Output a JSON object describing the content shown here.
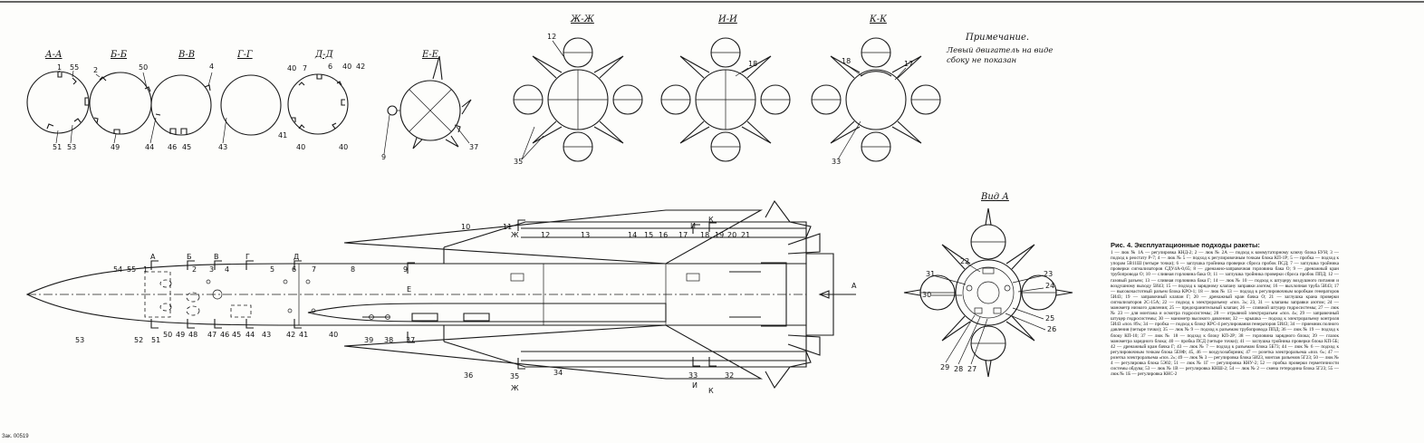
{
  "sections": [
    "А-А",
    "Б-Б",
    "В-В",
    "Г-Г",
    "Д-Д",
    "Е-Е",
    "Ж-Ж",
    "И-И",
    "К-К"
  ],
  "view_title": "Вид А",
  "note": {
    "title": "Примечание.",
    "line1": "Левый двигатель на виде",
    "line2": "сбоку не показан"
  },
  "figure_title": "Рис. 4. Эксплуатационные подходы ракеты:",
  "figure_caption": "1 — люк № 1А — регулировка КНД-2; 2 — люк № 2А — подход к коммутаторному ключу блока БУН; 3 — подход к реостату Р-7; 4 — люк № 5 — подход к регулировочным точкам блока КП-1Р; 5 — пробка — подход к упорам 5В11Ш (четыре точки); 6 — заглушка тройника проверки сброса пробок ПСД; 7 — заглушка тройника проверки сигнализаторов СДУ4А-0,65; 8 — дренажно-заправочная горловина бака О; 9 — дренажный кран трубопровода О; 10 — сливная горловина бака О; 11 — заглушка тройника проверки сброса пробок ППД; 12 — газовый разъем; 13 — сливная горловина бака Г; 14 — люк № 10 — подход к штуцеру воздушного питания и воздушному выходу 5И43; 15 — подход к зарядному клапану заправки азотом; 16 — выхлопная труба 5И43; 17 — высокочастотный разъем блока КРО-1; 18 — люк № 13 — подход к регулировочным коробкам генераторов 5И43; 19 — заправочный клапан Г; 20 — дренажный кран бачка О; 21 — заглушка крана проверки сигнализаторов 2С-15А; 22 — подход к электроразъему «поз. 3»; 23, 31 — клапаны заправки азотом; 24 — манометр низкого давления; 25 — предохранительный клапан; 26 — сливной штуцер гидросистемы; 27 — люк № 23 — для монтажа и осмотра гидросистемы; 28 — отрывной электроразъем «поз. 4»; 29 — заправочный штуцер гидросистемы; 30 — манометр высокого давления; 32 — крышка — подход к электроразъему контроля 5И43 «поз. 89»; 34 — пробка — подход к блоку КРС-4 регулирования генераторов 5И43; 34 — приемник полного давления (четыре точки); 35 — люк № 9 — подход к разъемам трубопровода ППД; 36 — люк № 19 — подход к блоку КП-10; 37 — люк № 18 — подход к блоку КП-2Р; 38 — горловина зарядного блока; 39 — глазок манометра зарядного блока; 40 — пробка ПСД (четыре точки); 41 — заглушка тройника проверки блока КП-5Б; 42 — дренажный кран бачка Г; 43 — люк № 7 — подход к разъемам блока 5Б73; 44 — люк № 6 — подход к регулировочным точкам блока 5Е8Ф; 45, 46 — воздухозаборник; 47 — розетка электроразъема «поз. 6»; 47 — розетка электроразъема «поз. 2»; 49 — люк № 3 — регулировка блока 5И23, монтаж разъемов 5Г23; 50 — люк № 4 — регулировка блока 5Э02; 51 — люк № 1Г — регулировка КНУ-2; 52 — пробка проверки герметичности системы обдува; 53 — люк № 1В — регулировка КНШ-2; 54 — люк № 2 — смена гетеродина блока 5Г23; 55 — люк № 1Б — регулировка КНС-2",
  "footer": "Зак. 00519",
  "labels": {
    "aa": [
      "1",
      "55",
      "51",
      "53"
    ],
    "bb": [
      "2",
      "50",
      "49"
    ],
    "vv": [
      "4",
      "44",
      "46",
      "45"
    ],
    "gg": [
      "43"
    ],
    "dd": [
      "40",
      "7",
      "6",
      "40",
      "42",
      "41",
      "40",
      "40"
    ],
    "ee": [
      "9",
      "37"
    ],
    "zhzh": [
      "12",
      "35"
    ],
    "ii": [
      "18"
    ],
    "kk": [
      "18",
      "17",
      "33"
    ],
    "vid": [
      "22",
      "23",
      "24",
      "31",
      "30",
      "25",
      "26",
      "29",
      "28",
      "27"
    ],
    "side_top": [
      "10",
      "11",
      "Ж",
      "12",
      "13",
      "14",
      "15",
      "16",
      "17",
      "И",
      "К",
      "18",
      "19",
      "20",
      "21"
    ],
    "side_mid": [
      "54",
      "55",
      "1",
      "А",
      "Б",
      "2",
      "3",
      "В",
      "4",
      "Г",
      "5",
      "6",
      "Д",
      "7",
      "8",
      "9",
      "Е"
    ],
    "side_bot": [
      "53",
      "52",
      "51",
      "50",
      "49",
      "48",
      "47",
      "46",
      "45",
      "44",
      "43",
      "42",
      "41",
      "40",
      "39",
      "38",
      "37",
      "36",
      "35",
      "Ж",
      "34",
      "33",
      "И",
      "К",
      "32"
    ],
    "arrow": "А"
  }
}
